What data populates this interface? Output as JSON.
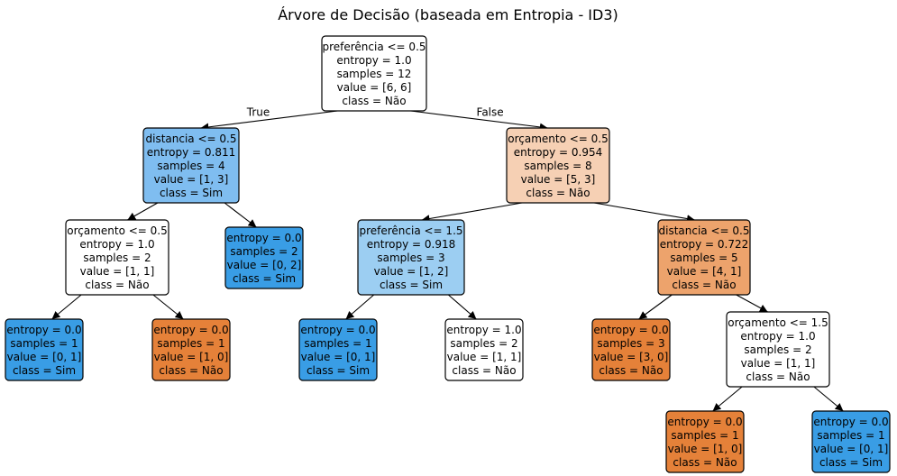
{
  "title": "Árvore de Decisão (baseada em Entropia - ID3)",
  "edge_labels": {
    "true": "True",
    "false": "False"
  },
  "colors": {
    "white": "#ffffff",
    "light_blue": "#7fbdf0",
    "blue": "#399de5",
    "pale_orange": "#f6d0b4",
    "orange": "#e58139",
    "medium_orange": "#eda36c",
    "sky_blue": "#9ccef2"
  },
  "nodes": [
    {
      "id": "n0",
      "fill": "white",
      "lines": [
        "preferência <= 0.5",
        "entropy = 1.0",
        "samples = 12",
        "value = [6, 6]",
        "class = Não"
      ]
    },
    {
      "id": "n1",
      "fill": "light_blue",
      "lines": [
        "distancia <= 0.5",
        "entropy = 0.811",
        "samples = 4",
        "value = [1, 3]",
        "class = Sim"
      ]
    },
    {
      "id": "n2",
      "fill": "pale_orange",
      "lines": [
        "orçamento <= 0.5",
        "entropy = 0.954",
        "samples = 8",
        "value = [5, 3]",
        "class = Não"
      ]
    },
    {
      "id": "n3",
      "fill": "white",
      "lines": [
        "orçamento <= 0.5",
        "entropy = 1.0",
        "samples = 2",
        "value = [1, 1]",
        "class = Não"
      ]
    },
    {
      "id": "n4",
      "fill": "blue",
      "lines": [
        "entropy = 0.0",
        "samples = 2",
        "value = [0, 2]",
        "class = Sim"
      ]
    },
    {
      "id": "n5",
      "fill": "sky_blue",
      "lines": [
        "preferência <= 1.5",
        "entropy = 0.918",
        "samples = 3",
        "value = [1, 2]",
        "class = Sim"
      ]
    },
    {
      "id": "n6",
      "fill": "medium_orange",
      "lines": [
        "distancia <= 0.5",
        "entropy = 0.722",
        "samples = 5",
        "value = [4, 1]",
        "class = Não"
      ]
    },
    {
      "id": "n7",
      "fill": "blue",
      "lines": [
        "entropy = 0.0",
        "samples = 1",
        "value = [0, 1]",
        "class = Sim"
      ]
    },
    {
      "id": "n8",
      "fill": "orange",
      "lines": [
        "entropy = 0.0",
        "samples = 1",
        "value = [1, 0]",
        "class = Não"
      ]
    },
    {
      "id": "n9",
      "fill": "blue",
      "lines": [
        "entropy = 0.0",
        "samples = 1",
        "value = [0, 1]",
        "class = Sim"
      ]
    },
    {
      "id": "n10",
      "fill": "white",
      "lines": [
        "entropy = 1.0",
        "samples = 2",
        "value = [1, 1]",
        "class = Não"
      ]
    },
    {
      "id": "n11",
      "fill": "orange",
      "lines": [
        "entropy = 0.0",
        "samples = 3",
        "value = [3, 0]",
        "class = Não"
      ]
    },
    {
      "id": "n12",
      "fill": "white",
      "lines": [
        "orçamento <= 1.5",
        "entropy = 1.0",
        "samples = 2",
        "value = [1, 1]",
        "class = Não"
      ]
    },
    {
      "id": "n13",
      "fill": "orange",
      "lines": [
        "entropy = 0.0",
        "samples = 1",
        "value = [1, 0]",
        "class = Não"
      ]
    },
    {
      "id": "n14",
      "fill": "blue",
      "lines": [
        "entropy = 0.0",
        "samples = 1",
        "value = [0, 1]",
        "class = Sim"
      ]
    }
  ],
  "edges": [
    {
      "from": "n0",
      "to": "n1",
      "label": "true"
    },
    {
      "from": "n0",
      "to": "n2",
      "label": "false"
    },
    {
      "from": "n1",
      "to": "n3"
    },
    {
      "from": "n1",
      "to": "n4"
    },
    {
      "from": "n2",
      "to": "n5"
    },
    {
      "from": "n2",
      "to": "n6"
    },
    {
      "from": "n3",
      "to": "n7"
    },
    {
      "from": "n3",
      "to": "n8"
    },
    {
      "from": "n5",
      "to": "n9"
    },
    {
      "from": "n5",
      "to": "n10"
    },
    {
      "from": "n6",
      "to": "n11"
    },
    {
      "from": "n6",
      "to": "n12"
    },
    {
      "from": "n12",
      "to": "n13"
    },
    {
      "from": "n12",
      "to": "n14"
    }
  ]
}
